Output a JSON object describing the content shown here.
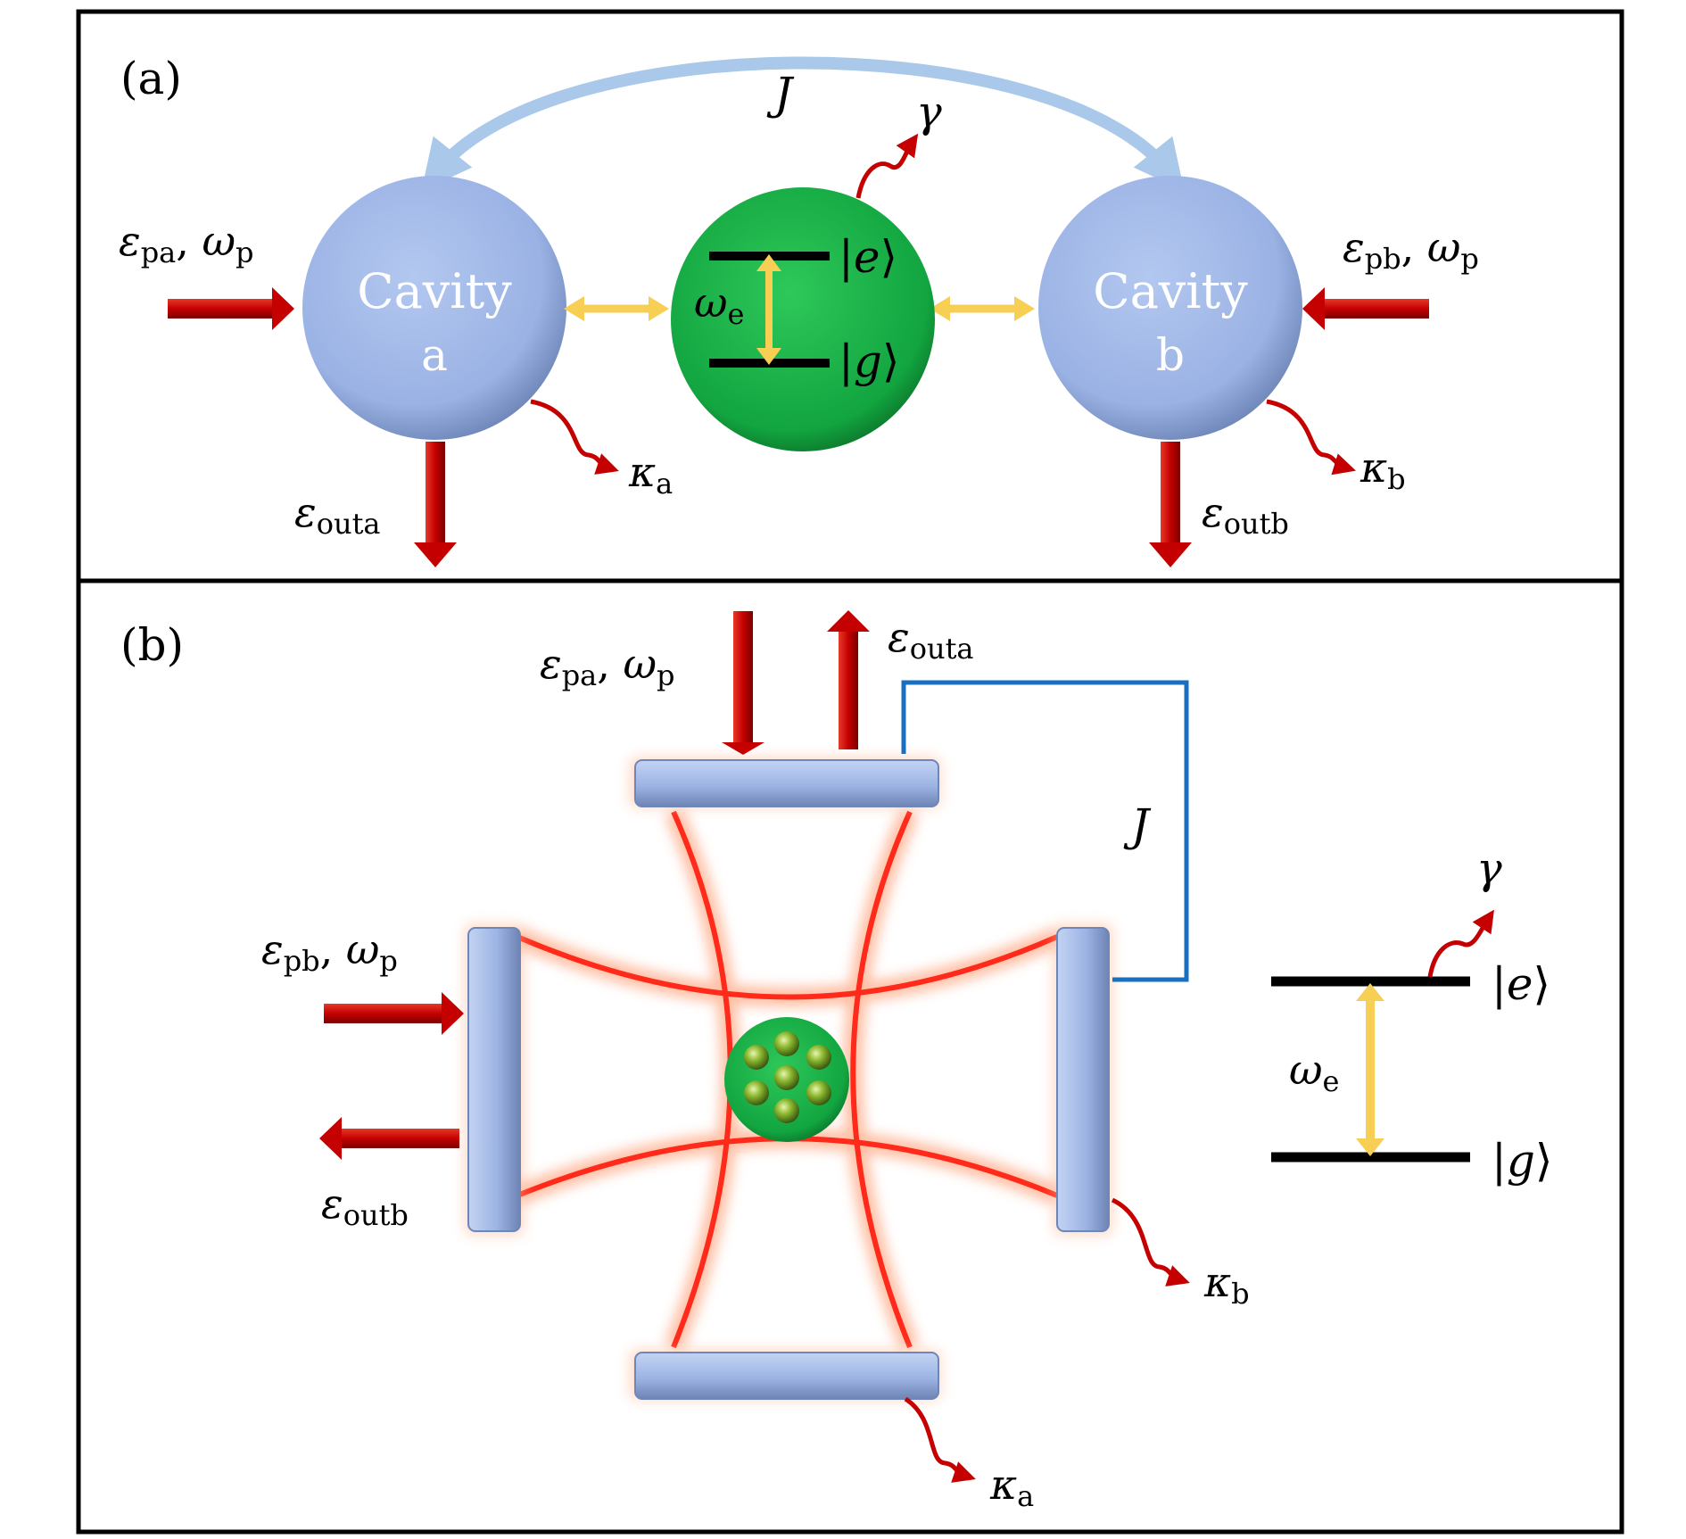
{
  "panel_a": {
    "tag": "(a)",
    "coupling": "J",
    "atom_decay": "γ",
    "cavity_a": {
      "line1": "Cavity",
      "line2": "a"
    },
    "cavity_b": {
      "line1": "Cavity",
      "line2": "b"
    },
    "input_a": {
      "sym": "ε",
      "sub": "pa",
      "sep": ", ",
      "freq": "ω",
      "freq_sub": "p"
    },
    "input_b": {
      "sym": "ε",
      "sub": "pb",
      "sep": ", ",
      "freq": "ω",
      "freq_sub": "p"
    },
    "output_a": {
      "sym": "ε",
      "sub": "outa"
    },
    "output_b": {
      "sym": "ε",
      "sub": "outb"
    },
    "loss_a": {
      "sym": "κ",
      "sub": "a"
    },
    "loss_b": {
      "sym": "κ",
      "sub": "b"
    },
    "transition": {
      "sym": "ω",
      "sub": "e"
    },
    "excited_state": {
      "open": "|",
      "sym": "e",
      "close": "⟩"
    },
    "ground_state": {
      "open": "|",
      "sym": "g",
      "close": "⟩"
    }
  },
  "panel_b": {
    "tag": "(b)",
    "coupling": "J",
    "atom_decay": "γ",
    "input_a": {
      "sym": "ε",
      "sub": "pa",
      "sep": ", ",
      "freq": "ω",
      "freq_sub": "p"
    },
    "input_b": {
      "sym": "ε",
      "sub": "pb",
      "sep": ", ",
      "freq": "ω",
      "freq_sub": "p"
    },
    "output_a": {
      "sym": "ε",
      "sub": "outa"
    },
    "output_b": {
      "sym": "ε",
      "sub": "outb"
    },
    "loss_a": {
      "sym": "κ",
      "sub": "a"
    },
    "loss_b": {
      "sym": "κ",
      "sub": "b"
    },
    "transition": {
      "sym": "ω",
      "sub": "e"
    },
    "excited_state": {
      "open": "|",
      "sym": "e",
      "close": "⟩"
    },
    "ground_state": {
      "open": "|",
      "sym": "g",
      "close": "⟩"
    }
  },
  "colors": {
    "cavity_fill": "#9db5e6",
    "atom_fill": "#1fb04b",
    "pump_arrow": "#c40000",
    "coupling_arrow_a": "#a9c8ea",
    "coupling_line_b": "#1a6fc0",
    "exchange_arrow": "#f7cf55",
    "cavity_mode": "#ff2a1a",
    "mirror_fill": "#9fb5e3"
  }
}
